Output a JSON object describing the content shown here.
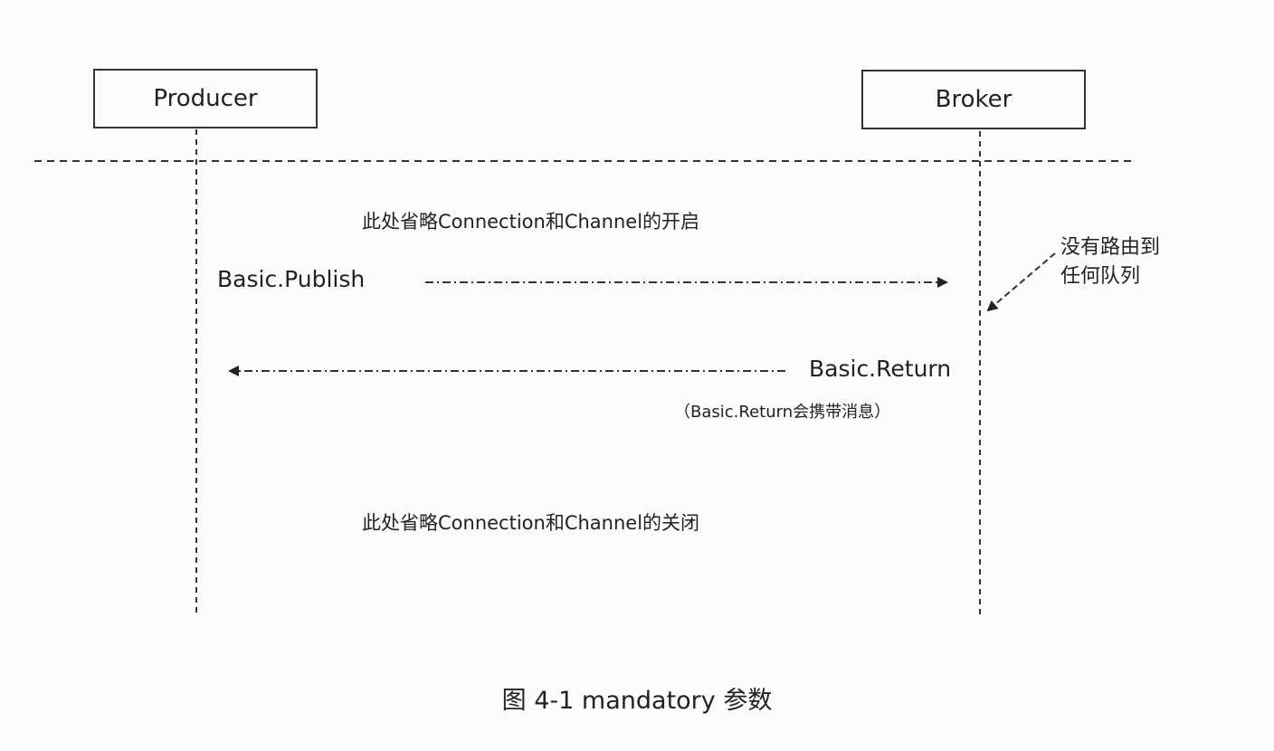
{
  "actors": {
    "producer": "Producer",
    "broker": "Broker"
  },
  "notes": {
    "open": "此处省略Connection和Channel的开启",
    "close": "此处省略Connection和Channel的关闭"
  },
  "messages": {
    "publish": "Basic.Publish",
    "return": "Basic.Return",
    "return_note": "（Basic.Return会携带消息）"
  },
  "annotation": {
    "line1": "没有路由到",
    "line2": "任何队列"
  },
  "caption": "图 4-1    mandatory 参数"
}
